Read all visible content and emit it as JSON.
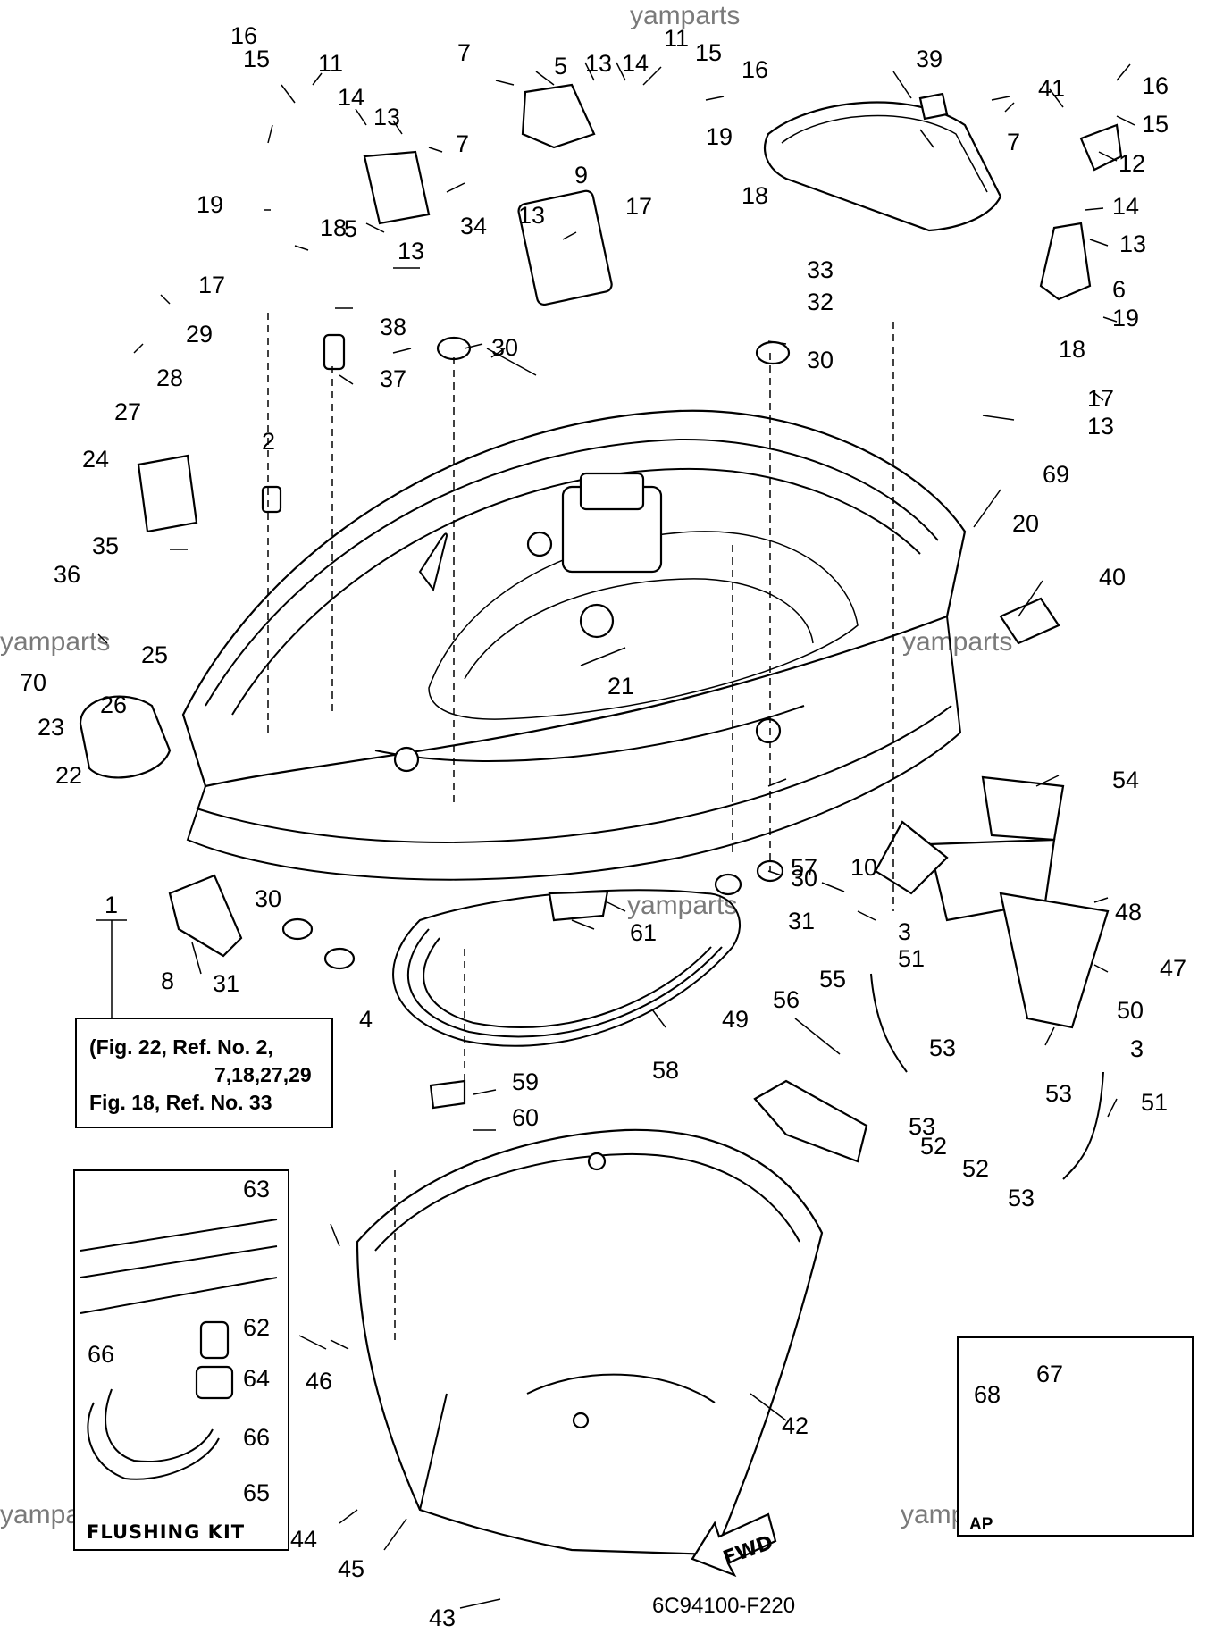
{
  "watermarks": [
    "yamparts",
    "yamparts",
    "yamparts",
    "yamparts",
    "yamparts",
    "yamparts"
  ],
  "callouts": [
    "16",
    "15",
    "11",
    "14",
    "13",
    "7",
    "19",
    "18",
    "5",
    "17",
    "13",
    "29",
    "38",
    "37",
    "28",
    "34",
    "30",
    "27",
    "2",
    "24",
    "35",
    "36",
    "25",
    "70",
    "26",
    "23",
    "22",
    "1",
    "8",
    "31",
    "30",
    "4",
    "7",
    "5",
    "13",
    "14",
    "11",
    "15",
    "16",
    "19",
    "13",
    "9",
    "18",
    "17",
    "39",
    "41",
    "16",
    "15",
    "12",
    "7",
    "14",
    "13",
    "6",
    "19",
    "18",
    "17",
    "13",
    "33",
    "32",
    "30",
    "69",
    "20",
    "40",
    "21",
    "54",
    "57",
    "30",
    "10",
    "61",
    "31",
    "3",
    "48",
    "47",
    "58",
    "59",
    "60",
    "55",
    "56",
    "49",
    "51",
    "50",
    "3",
    "53",
    "53",
    "53",
    "52",
    "52",
    "51",
    "53",
    "63",
    "62",
    "66",
    "64",
    "66",
    "65",
    "46",
    "42",
    "67",
    "68",
    "44",
    "45",
    "43"
  ],
  "note_lines": [
    "(Fig. 22, Ref. No. 2,",
    "7,18,27,29",
    "Fig. 18, Ref. No. 33"
  ],
  "inset_flushing_label": "FLUSHING KIT",
  "inset_ap_label": "AP",
  "fwd_label": "FWD",
  "diagram_code": "6C94100-F220"
}
